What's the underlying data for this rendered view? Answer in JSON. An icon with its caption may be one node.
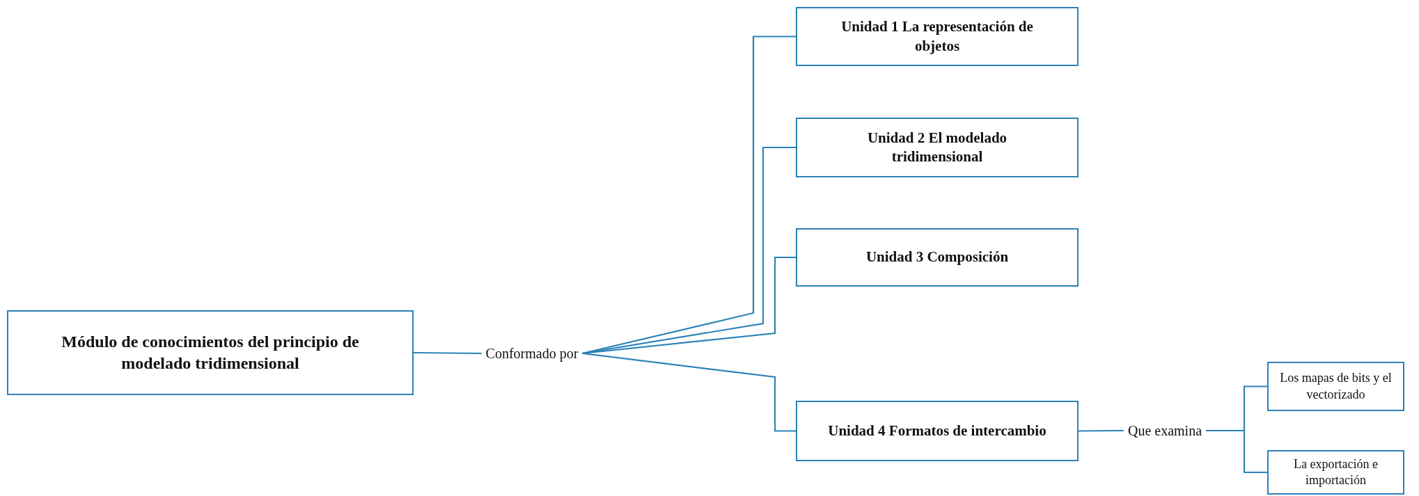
{
  "diagram": {
    "nodes": [
      {
        "text": [
          "Módulo de conocimientos del principio de modelado tridimensional"
        ]
      },
      {
        "text": [
          "Conformado por"
        ]
      },
      {
        "text": [
          "Unidad 1 La representación de objetos"
        ]
      },
      {
        "text": [
          "Unidad 2 El modelado tridimensional"
        ]
      },
      {
        "text": [
          "Unidad 3 Composición"
        ]
      },
      {
        "text": [
          "Unidad 4 Formatos de intercambio"
        ]
      },
      {
        "text": [
          "Que examina"
        ]
      },
      {
        "text": [
          "Los mapas de bits y el vectorizado"
        ]
      },
      {
        "text": [
          "La exportación e importación"
        ]
      }
    ],
    "edges": [
      {
        "from": 0,
        "to": 1,
        "arrow": "none"
      },
      {
        "from": 1,
        "to": 2,
        "arrow": "none"
      },
      {
        "from": 1,
        "to": 3,
        "arrow": "none"
      },
      {
        "from": 1,
        "to": 4,
        "arrow": "none"
      },
      {
        "from": 1,
        "to": 5,
        "arrow": "none"
      },
      {
        "from": 5,
        "to": 6,
        "arrow": "none"
      },
      {
        "from": 6,
        "to": 7,
        "arrow": "none"
      },
      {
        "from": 6,
        "to": 8,
        "arrow": "none"
      }
    ]
  }
}
